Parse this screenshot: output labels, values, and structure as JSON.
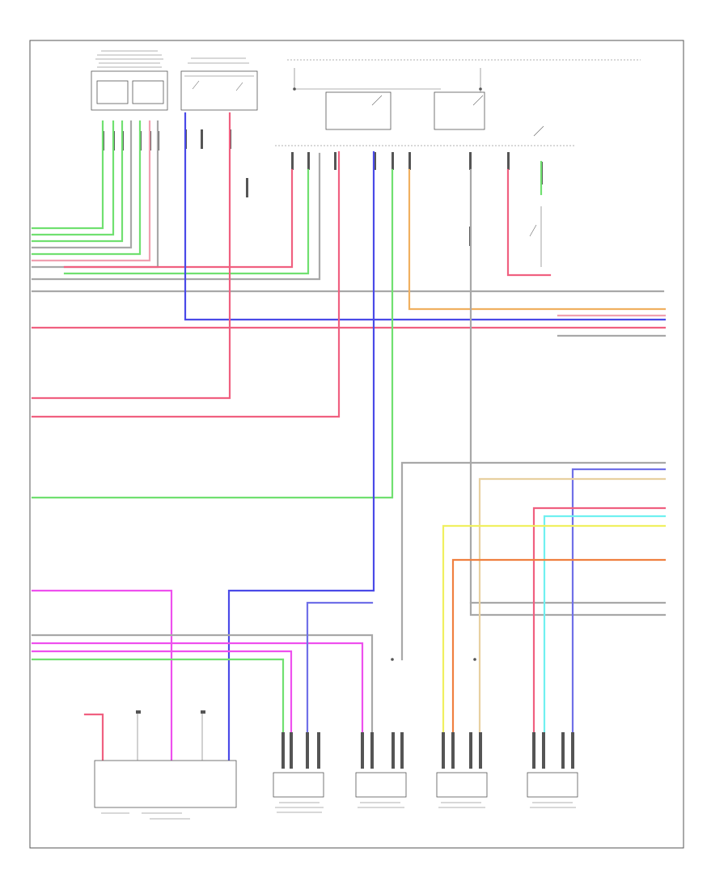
{
  "footer_code": "",
  "colors": {
    "wire_red": "#f06080",
    "wire_blue": "#4a4ae8",
    "wire_green": "#70e070",
    "wire_pink": "#ee50ee",
    "wire_orange": "#f0a050",
    "wire_yellow": "#f0f060",
    "wire_cyan": "#70f0f0",
    "wire_gray": "#a8a8a8",
    "frame": "#555555"
  },
  "icons": {
    "ground": "ground-symbol",
    "switch": "relay-switch-symbol",
    "connector": "connector-pin-symbol"
  }
}
